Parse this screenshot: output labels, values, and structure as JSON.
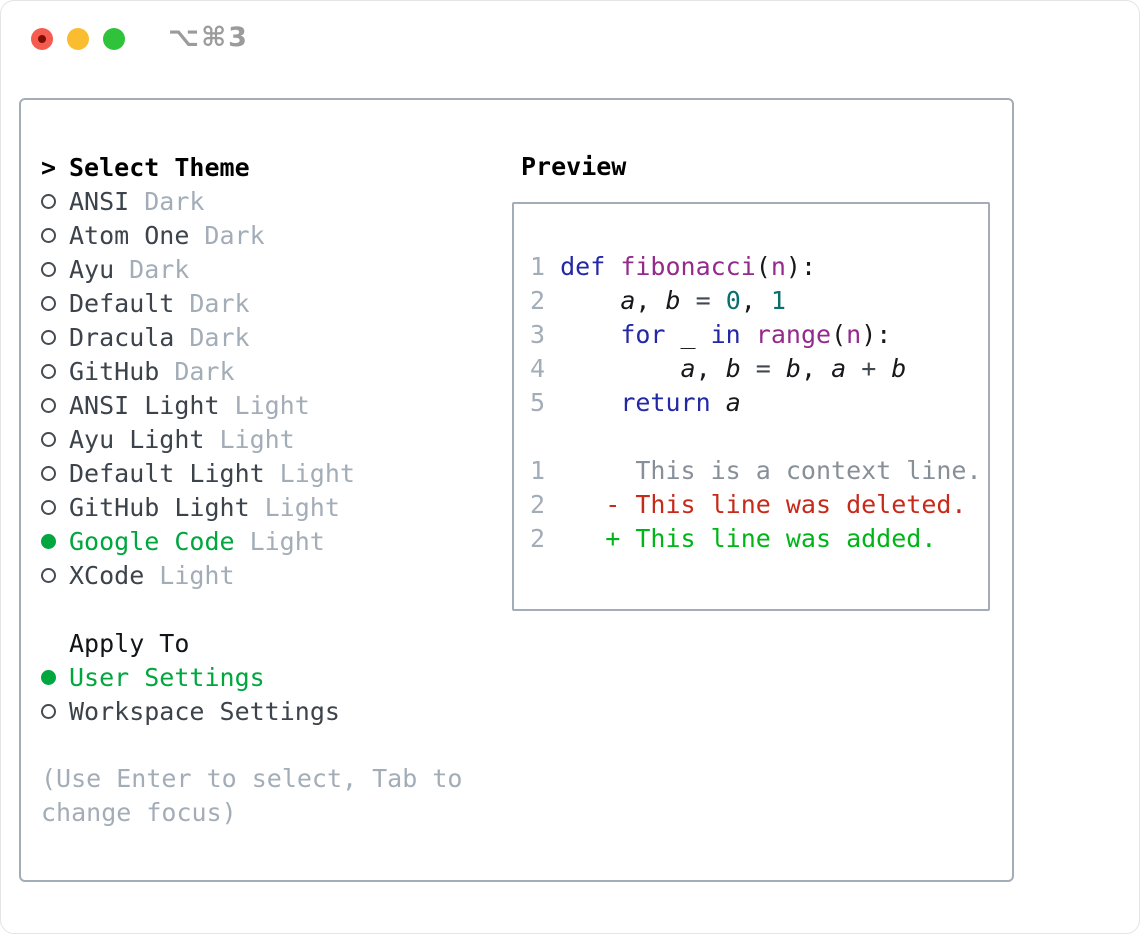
{
  "window": {
    "title": "⌥⌘3"
  },
  "left": {
    "header": {
      "cursor": ">",
      "label": "Select Theme"
    },
    "themes": [
      {
        "name": "ANSI",
        "variant": "Dark",
        "selected": false
      },
      {
        "name": "Atom One",
        "variant": "Dark",
        "selected": false
      },
      {
        "name": "Ayu",
        "variant": "Dark",
        "selected": false
      },
      {
        "name": "Default",
        "variant": "Dark",
        "selected": false
      },
      {
        "name": "Dracula",
        "variant": "Dark",
        "selected": false
      },
      {
        "name": "GitHub",
        "variant": "Dark",
        "selected": false
      },
      {
        "name": "ANSI Light",
        "variant": "Light",
        "selected": false
      },
      {
        "name": "Ayu Light",
        "variant": "Light",
        "selected": false
      },
      {
        "name": "Default Light",
        "variant": "Light",
        "selected": false
      },
      {
        "name": "GitHub Light",
        "variant": "Light",
        "selected": false
      },
      {
        "name": "Google Code",
        "variant": "Light",
        "selected": true
      },
      {
        "name": "XCode",
        "variant": "Light",
        "selected": false
      }
    ],
    "apply_to": {
      "label": "Apply To",
      "options": [
        {
          "label": "User Settings",
          "selected": true
        },
        {
          "label": "Workspace Settings",
          "selected": false
        }
      ]
    },
    "help": "(Use Enter to select, Tab to change focus)"
  },
  "preview": {
    "label": "Preview",
    "code_lines": [
      {
        "num": "1",
        "tokens": [
          {
            "t": "def",
            "c": "kwd"
          },
          {
            "t": " ",
            "c": "pln"
          },
          {
            "t": "fibonacci",
            "c": "typ"
          },
          {
            "t": "(",
            "c": "pln"
          },
          {
            "t": "n",
            "c": "typ"
          },
          {
            "t": "):",
            "c": "pln"
          }
        ]
      },
      {
        "num": "2",
        "tokens": [
          {
            "t": "    ",
            "c": "pln"
          },
          {
            "t": "a",
            "c": "var"
          },
          {
            "t": ", ",
            "c": "pln"
          },
          {
            "t": "b",
            "c": "var"
          },
          {
            "t": " = ",
            "c": "op"
          },
          {
            "t": "0",
            "c": "lit"
          },
          {
            "t": ", ",
            "c": "pln"
          },
          {
            "t": "1",
            "c": "lit"
          }
        ]
      },
      {
        "num": "3",
        "tokens": [
          {
            "t": "    ",
            "c": "pln"
          },
          {
            "t": "for",
            "c": "kwd"
          },
          {
            "t": " _ ",
            "c": "pln"
          },
          {
            "t": "in",
            "c": "kwd"
          },
          {
            "t": " ",
            "c": "pln"
          },
          {
            "t": "range",
            "c": "typ"
          },
          {
            "t": "(",
            "c": "pln"
          },
          {
            "t": "n",
            "c": "typ"
          },
          {
            "t": "):",
            "c": "pln"
          }
        ]
      },
      {
        "num": "4",
        "tokens": [
          {
            "t": "        ",
            "c": "pln"
          },
          {
            "t": "a",
            "c": "var"
          },
          {
            "t": ", ",
            "c": "pln"
          },
          {
            "t": "b",
            "c": "var"
          },
          {
            "t": " = ",
            "c": "op"
          },
          {
            "t": "b",
            "c": "var"
          },
          {
            "t": ", ",
            "c": "pln"
          },
          {
            "t": "a",
            "c": "var"
          },
          {
            "t": " + ",
            "c": "op"
          },
          {
            "t": "b",
            "c": "var"
          }
        ]
      },
      {
        "num": "5",
        "tokens": [
          {
            "t": "    ",
            "c": "pln"
          },
          {
            "t": "return",
            "c": "kwd"
          },
          {
            "t": " ",
            "c": "pln"
          },
          {
            "t": "a",
            "c": "var"
          }
        ]
      }
    ],
    "diff_lines": [
      {
        "num": "1",
        "text": "     This is a context line.",
        "type": "context"
      },
      {
        "num": "2",
        "text": "   - This line was deleted.",
        "type": "deleted"
      },
      {
        "num": "2",
        "text": "   + This line was added.",
        "type": "added"
      }
    ]
  },
  "colors": {
    "selection_green": "#00a63e",
    "diff_added_green": "#00b517",
    "diff_deleted_red": "#c7291a",
    "diff_context_gray": "#878f98",
    "syntax_keyword": "#2328a5",
    "syntax_type": "#942a8c",
    "syntax_literal": "#086e6e",
    "muted_gray": "#a3adb8",
    "panel_border": "#a3adb8",
    "traffic_red": "#f65b50",
    "traffic_yellow": "#f9bd2f",
    "traffic_green": "#2fc33c"
  }
}
